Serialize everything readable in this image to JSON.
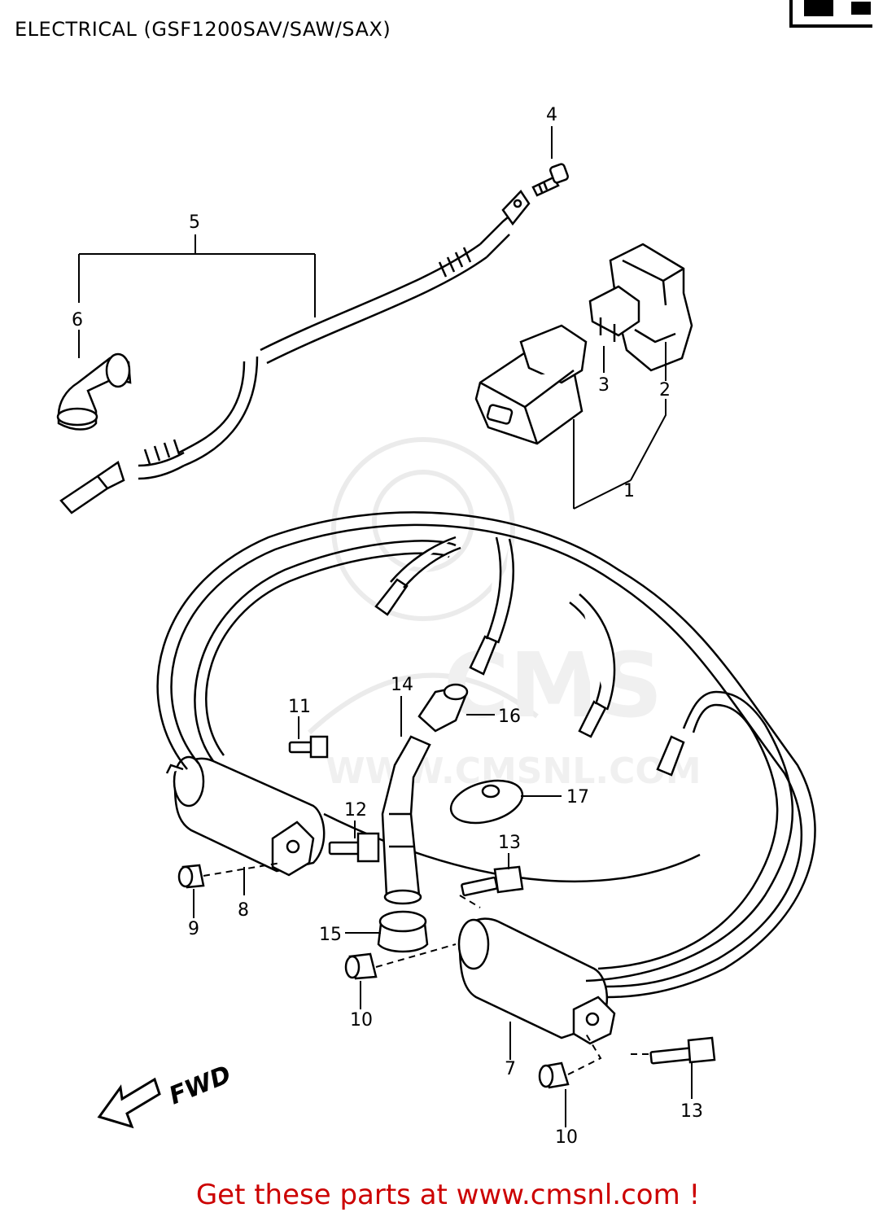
{
  "title": "ELECTRICAL (GSF1200SAV/SAW/SAX)",
  "footer": "Get these parts at www.cmsnl.com !",
  "fwd_label": "FWD",
  "watermark": "WWW.CMSNL.COM",
  "watermark_logo": "CMS",
  "footer_color": "#cc0000",
  "callouts": [
    "1",
    "2",
    "3",
    "4",
    "5",
    "6",
    "7",
    "8",
    "9",
    "10",
    "10",
    "11",
    "12",
    "13",
    "13",
    "14",
    "15",
    "16",
    "17"
  ]
}
